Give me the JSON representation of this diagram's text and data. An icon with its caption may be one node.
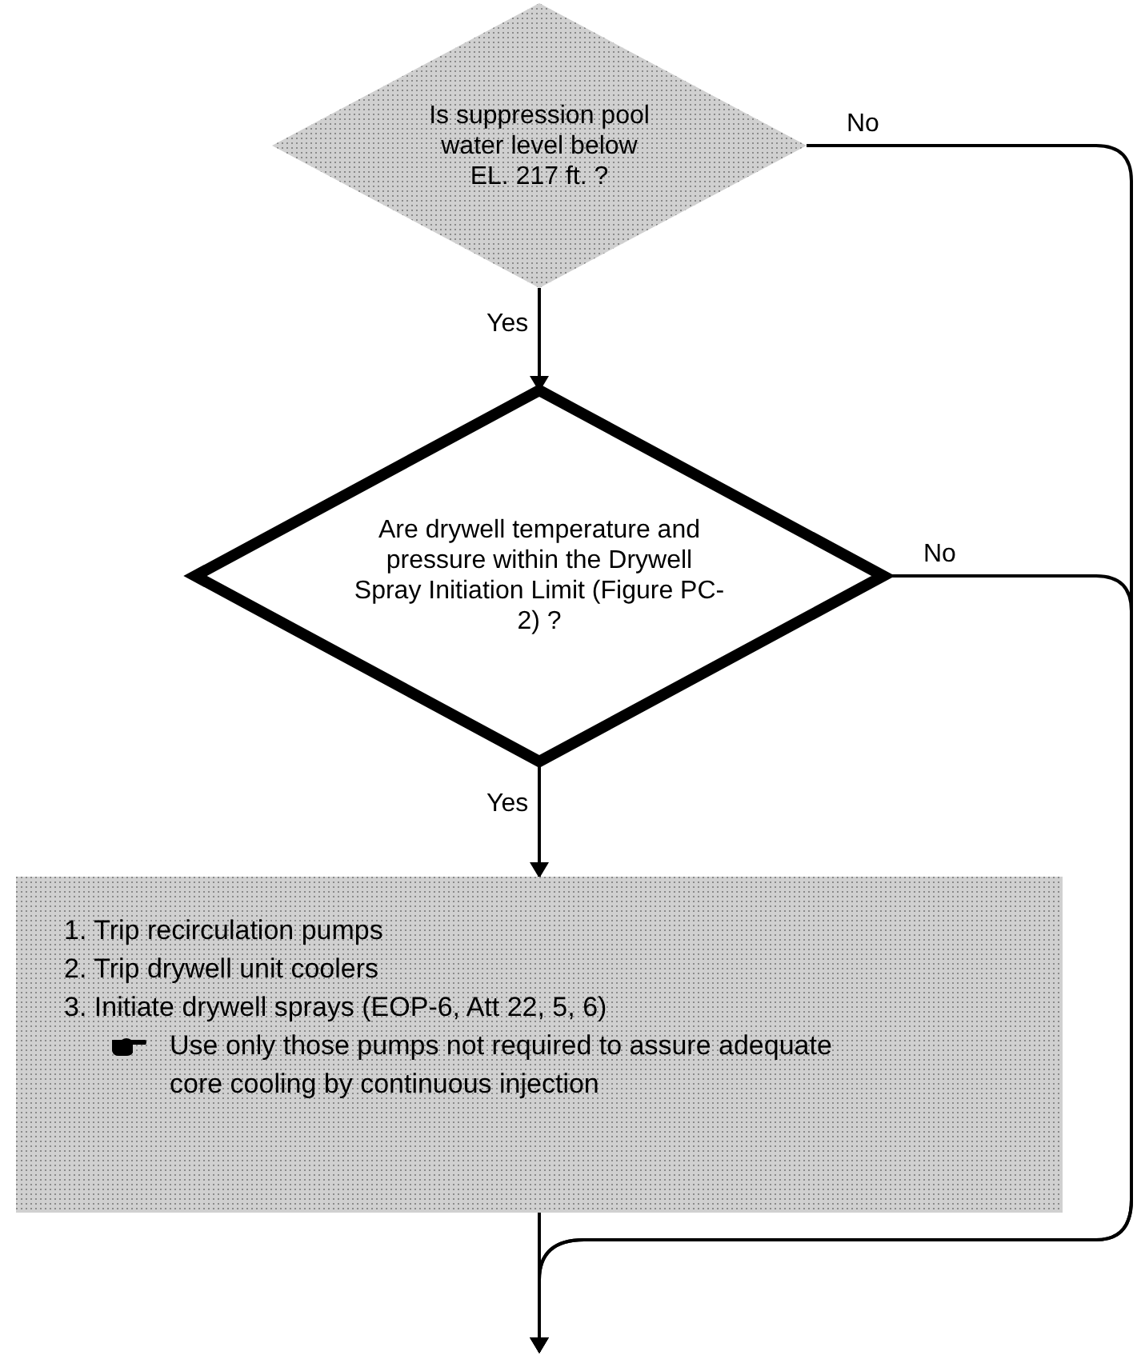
{
  "diagram": {
    "nodes": [
      {
        "text": [
          "Is suppression pool water level below EL. 217 ft. ?"
        ]
      },
      {
        "text": [
          "Are drywell temperature and pressure within the Drywell Spray Initiation Limit (Figure PC-2) ?"
        ]
      },
      {
        "text": [
          "1. Trip recirculation pumps",
          "2. Trip drywell unit coolers",
          "3. Initiate drywell sprays (EOP-6, Att 22, 5, 6)",
          "Use only those pumps not required to assure adequate core cooling by continuous injection"
        ]
      }
    ],
    "edges": [
      {
        "from": 0,
        "to": 1,
        "arrow": "to",
        "label": "Yes"
      },
      {
        "from": 1,
        "to": 2,
        "arrow": "to",
        "label": "Yes"
      },
      {
        "from": 0,
        "to": null,
        "arrow": "to",
        "label": "No"
      },
      {
        "from": 1,
        "to": null,
        "arrow": "to",
        "label": "No"
      },
      {
        "from": 2,
        "to": null,
        "arrow": "to"
      }
    ]
  }
}
